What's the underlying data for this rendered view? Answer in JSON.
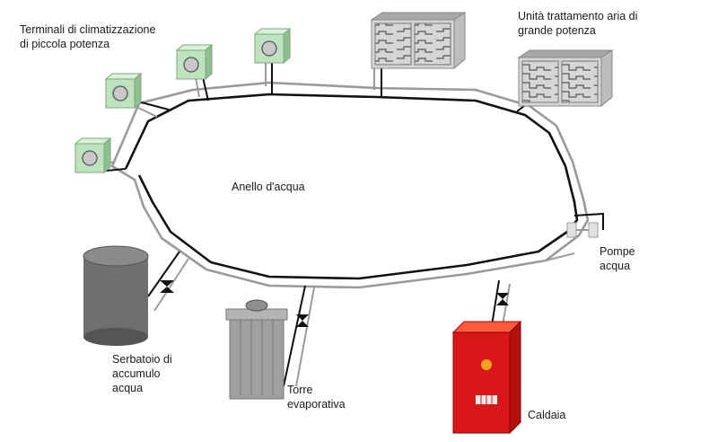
{
  "labels": {
    "small_terminals": "Terminali di climatizzazione\ndi piccola potenza",
    "large_units": "Unità trattamento aria di\ngrande potenza",
    "water_ring": "Anello d'acqua",
    "pumps": "Pompe\nacqua",
    "storage_tank": "Serbatoio di\naccumulo\nacqua",
    "cooling_tower": "Torre\nevaporativa",
    "boiler": "Caldaia"
  },
  "colors": {
    "pipe_grey": "#9a9a9a",
    "pipe_black": "#111111",
    "terminal_face": "#bfe3bf",
    "terminal_side": "#8fc08f",
    "ahu_face": "#d6d6d6",
    "ahu_top": "#a8a8a8",
    "tank": "#6f6f6f",
    "tower": "#a0a0a0",
    "boiler": "#d81818",
    "boiler_lamp": "#f5a21e"
  },
  "icons": {
    "terminal": "fan-coil-icon",
    "ahu": "air-handling-unit-icon",
    "pump": "pump-icon",
    "valve": "check-valve-icon"
  }
}
